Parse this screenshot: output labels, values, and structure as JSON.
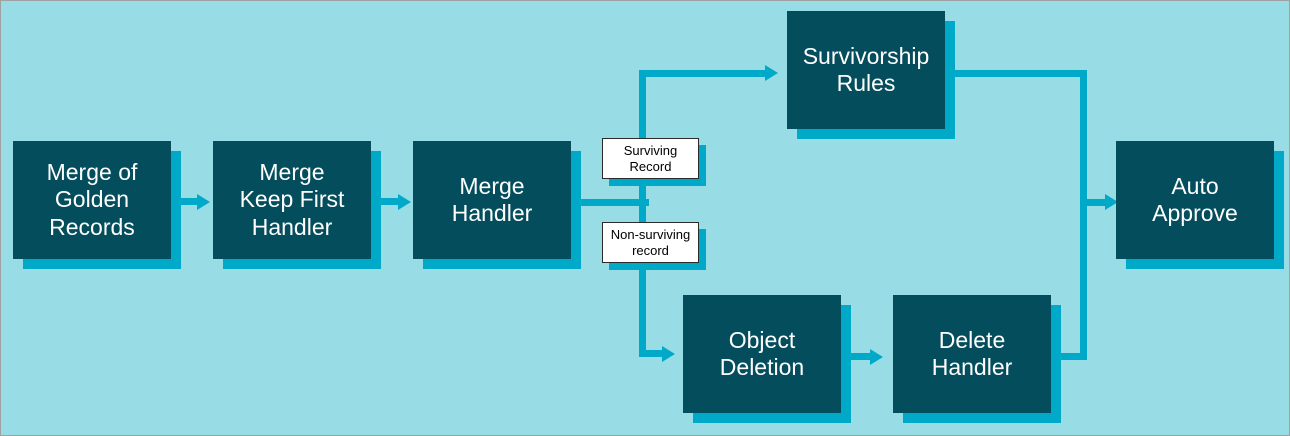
{
  "diagram": {
    "title": "Merge of Golden Records flow",
    "background_color": "#98dce6",
    "node_fill": "#044d5c",
    "node_text_color": "#ffffff",
    "connector_color": "#00a9c8",
    "label_fill": "#ffffff",
    "label_text_color": "#000000"
  },
  "nodes": {
    "merge_of_golden_records": "Merge of\nGolden\nRecords",
    "merge_keep_first_handler": "Merge\nKeep First\nHandler",
    "merge_handler": "Merge\nHandler",
    "survivorship_rules": "Survivorship\nRules",
    "object_deletion": "Object\nDeletion",
    "delete_handler": "Delete\nHandler",
    "auto_approve": "Auto\nApprove"
  },
  "labels": {
    "surviving_record": "Surviving\nRecord",
    "non_surviving_record": "Non-surviving\nrecord"
  },
  "edges": [
    {
      "from": "merge_of_golden_records",
      "to": "merge_keep_first_handler",
      "label": ""
    },
    {
      "from": "merge_keep_first_handler",
      "to": "merge_handler",
      "label": ""
    },
    {
      "from": "merge_handler",
      "to": "survivorship_rules",
      "label": "Surviving Record"
    },
    {
      "from": "merge_handler",
      "to": "object_deletion",
      "label": "Non-surviving record"
    },
    {
      "from": "object_deletion",
      "to": "delete_handler",
      "label": ""
    },
    {
      "from": "survivorship_rules",
      "to": "auto_approve",
      "label": ""
    },
    {
      "from": "delete_handler",
      "to": "auto_approve",
      "label": ""
    }
  ]
}
